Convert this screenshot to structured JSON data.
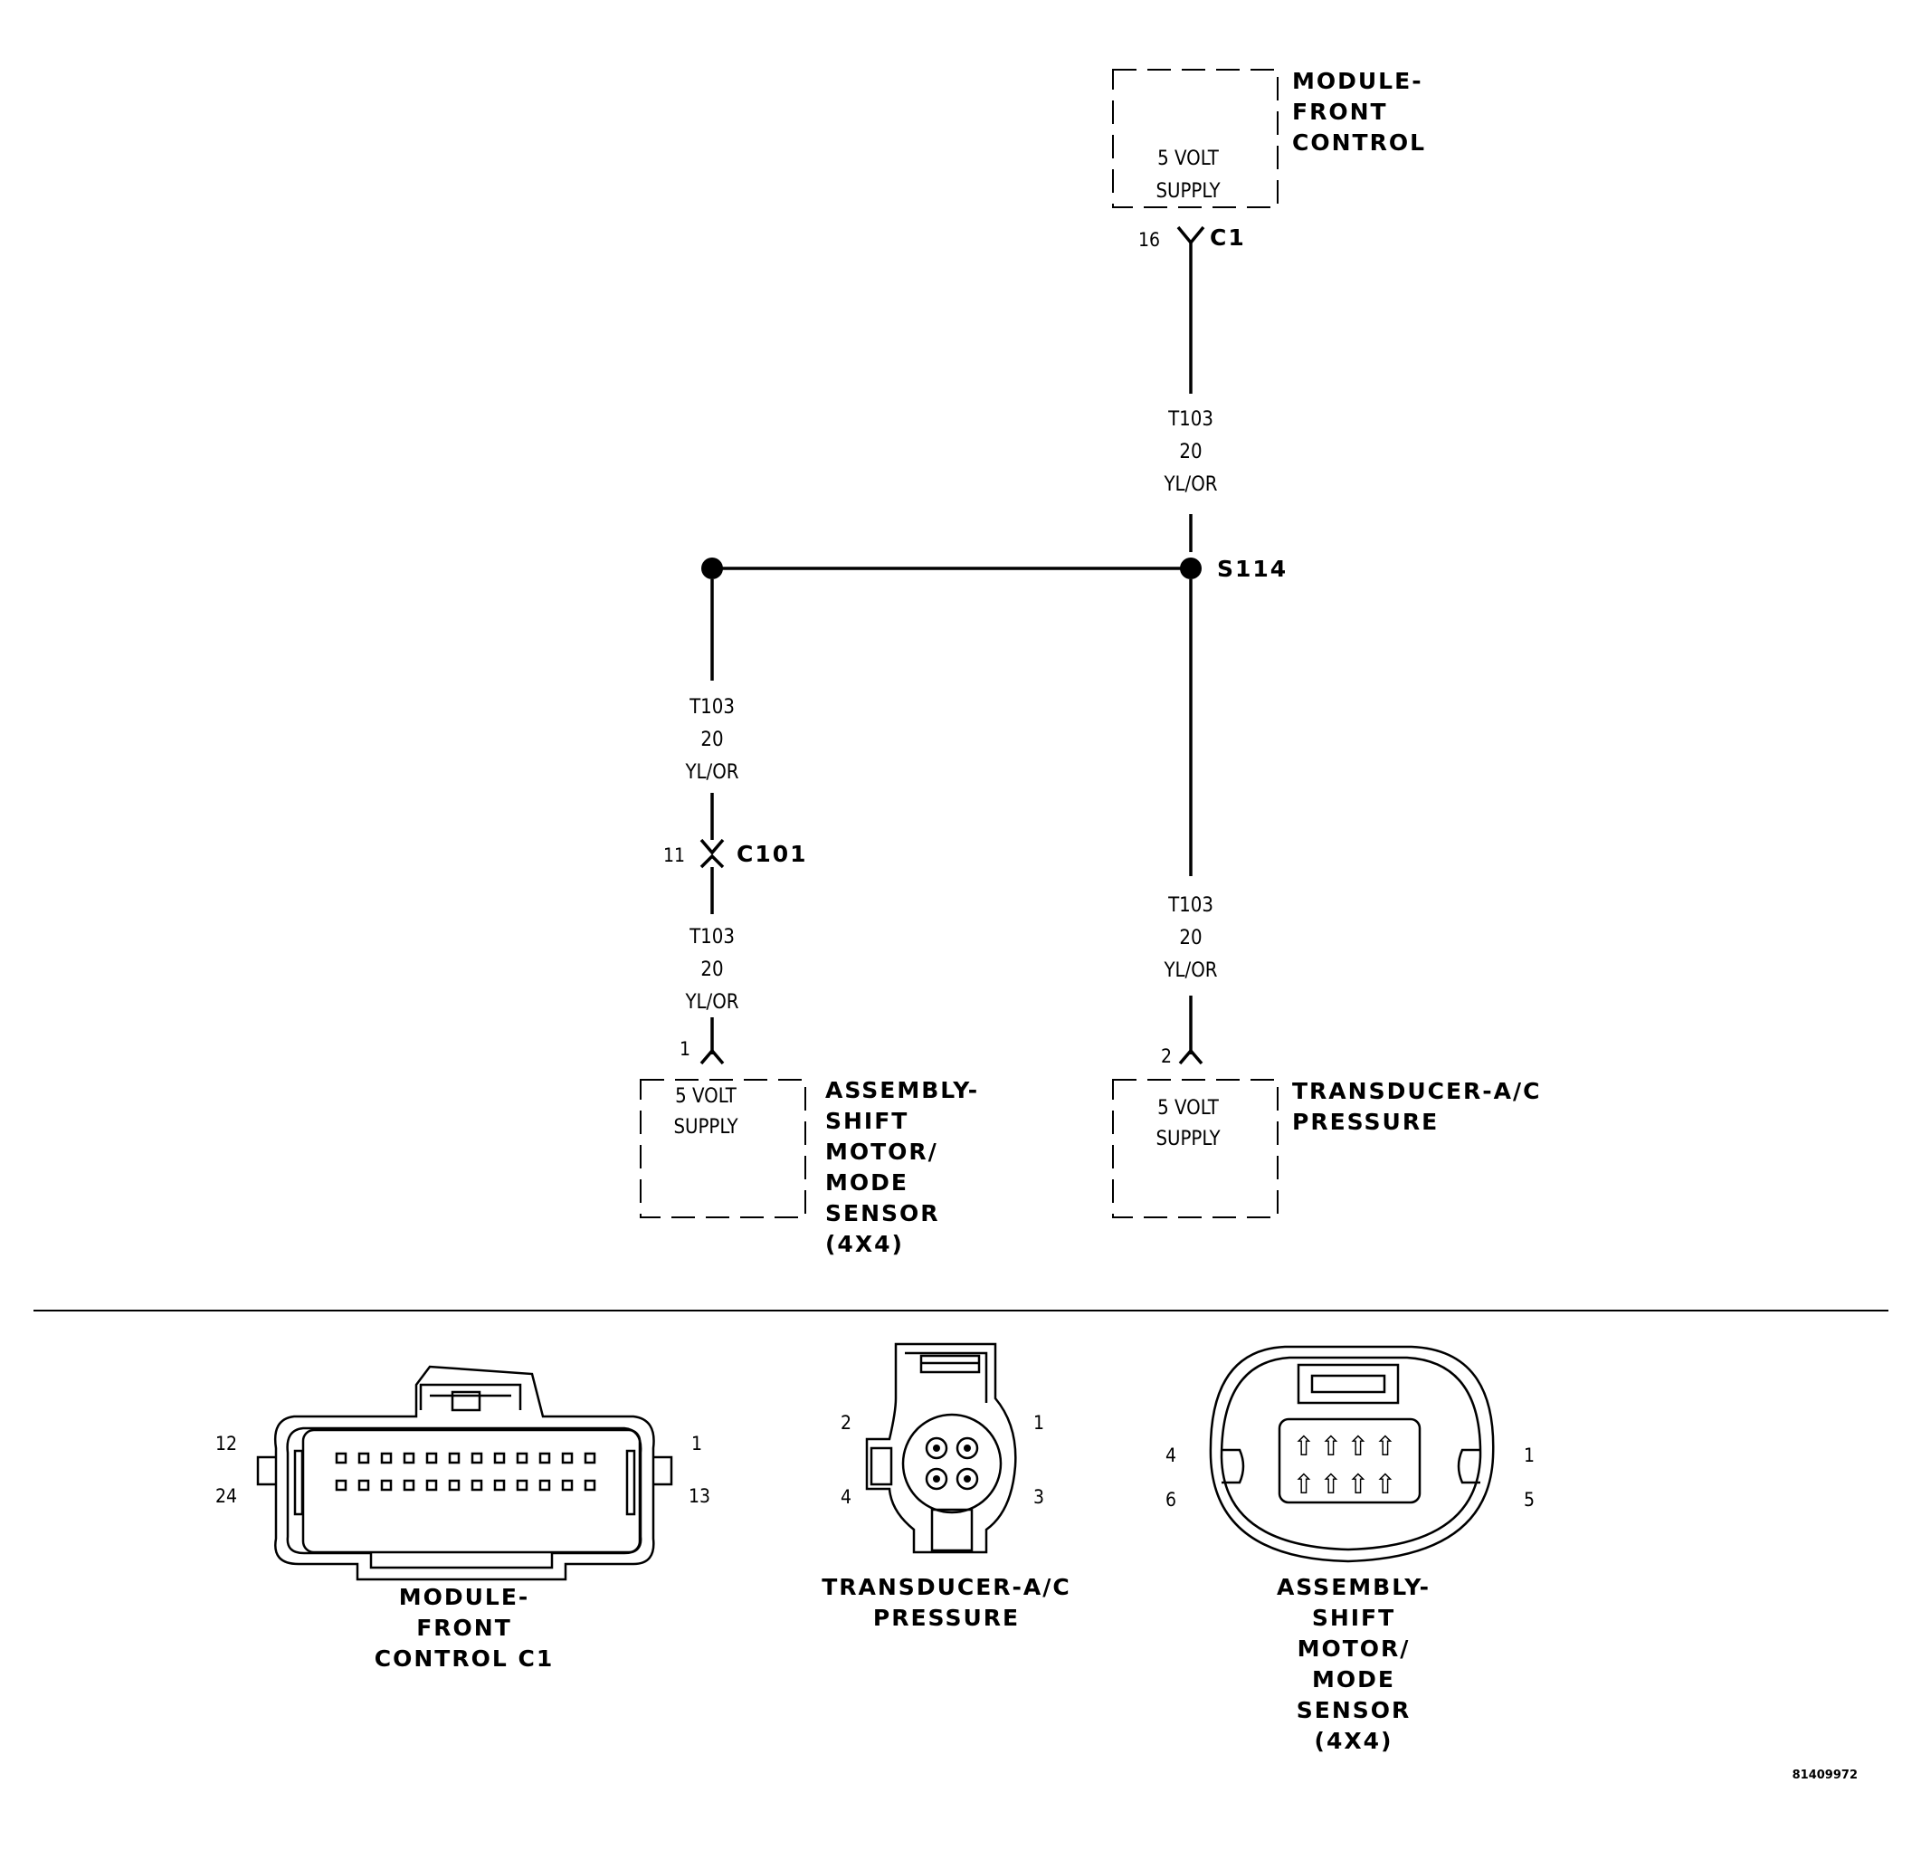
{
  "module_front_control": {
    "name_lines": [
      "MODULE-",
      "FRONT",
      "CONTROL"
    ],
    "supply_lines": [
      "5 VOLT",
      "SUPPLY"
    ],
    "pin": "16",
    "connector": "C1"
  },
  "wires": {
    "top": [
      "T103",
      "20",
      "YL/OR"
    ],
    "left_upper": [
      "T103",
      "20",
      "YL/OR"
    ],
    "left_lower": [
      "T103",
      "20",
      "YL/OR"
    ],
    "right": [
      "T103",
      "20",
      "YL/OR"
    ]
  },
  "splice": {
    "label": "S114"
  },
  "inline_connector": {
    "pin": "11",
    "label": "C101"
  },
  "shift_motor_assembly": {
    "pin": "1",
    "supply_lines": [
      "5 VOLT",
      "SUPPLY"
    ],
    "name_lines": [
      "ASSEMBLY-",
      "SHIFT",
      "MOTOR/",
      "MODE",
      "SENSOR",
      "(4X4)"
    ]
  },
  "transducer_ac": {
    "pin": "2",
    "supply_lines": [
      "5 VOLT",
      "SUPPLY"
    ],
    "name_lines": [
      "TRANSDUCER-A/C",
      "PRESSURE"
    ]
  },
  "connector_views": {
    "front_control_c1": {
      "pins": [
        "12",
        "24",
        "1",
        "13"
      ],
      "caption_lines": [
        "MODULE-",
        "FRONT",
        "CONTROL C1"
      ]
    },
    "transducer": {
      "pins": [
        "2",
        "1",
        "4",
        "3"
      ],
      "caption_lines": [
        "TRANSDUCER-A/C",
        "PRESSURE"
      ]
    },
    "shift_motor": {
      "pins": [
        "4",
        "6",
        "1",
        "5"
      ],
      "caption_lines": [
        "ASSEMBLY-",
        "SHIFT",
        "MOTOR/",
        "MODE",
        "SENSOR",
        "(4X4)"
      ]
    }
  },
  "figure_id": "81409972"
}
